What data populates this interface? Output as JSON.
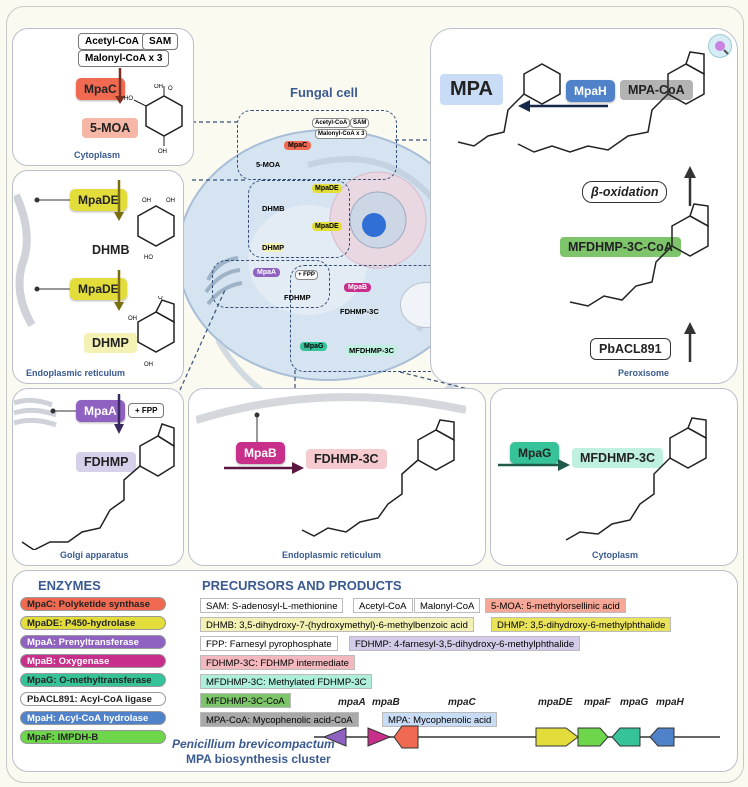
{
  "center": {
    "title": "Fungal cell"
  },
  "panels": {
    "cytoplasm_top": {
      "label": "Cytoplasm"
    },
    "er_left": {
      "label": "Endoplasmic reticulum"
    },
    "golgi": {
      "label": "Golgi apparatus"
    },
    "er_bottom": {
      "label": "Endoplasmic reticulum"
    },
    "cytoplasm_bottom": {
      "label": "Cytoplasm"
    },
    "peroxisome": {
      "label": "Peroxisome"
    }
  },
  "substrates": {
    "acetyl": "Acetyl-CoA",
    "sam": "SAM",
    "malonyl": "Malonyl-CoA x 3",
    "fpp": "+ FPP"
  },
  "enzymes_main": {
    "mpac": "MpaC",
    "mpade1": "MpaDE",
    "mpade2": "MpaDE",
    "mpaa": "MpaA",
    "mpab": "MpaB",
    "mpag": "MpaG",
    "mpah": "MpaH",
    "pbacl": "PbACL891",
    "beta": "β-oxidation"
  },
  "products_main": {
    "moa": "5-MOA",
    "dhmb": "DHMB",
    "dhmp": "DHMP",
    "fdhmp": "FDHMP",
    "fdhmp3c": "FDHMP-3C",
    "mfdhmp3c": "MFDHMP-3C",
    "mfdhmp3ccoa": "MFDHMP-3C-CoA",
    "mpacoa": "MPA-CoA",
    "mpa": "MPA"
  },
  "mini": {
    "acetyl": "Acetyl-CoA",
    "sam": "SAM",
    "malonyl": "Malonyl-CoA x 3",
    "mpac": "MpaC",
    "moa": "5-MOA",
    "mpade1": "MpaDE",
    "dhmb": "DHMB",
    "mpade2": "MpaDE",
    "dhmp": "DHMP",
    "mpaa": "MpaA",
    "fpp": "+ FPP",
    "fdhmp": "FDHMP",
    "mpab": "MpaB",
    "fdhmp3c": "FDHMP-3C",
    "mpag": "MpaG",
    "mfdhmp3c": "MFDHMP-3C"
  },
  "legend": {
    "enzymes_title": "ENZYMES",
    "enzymes": [
      {
        "text": "MpaC: Polyketide synthase",
        "color": "#f06a52",
        "fg": "#222"
      },
      {
        "text": "MpaDE: P450-hydrolase",
        "color": "#e3dd3c",
        "fg": "#222"
      },
      {
        "text": "MpaA: Prenyltransferase",
        "color": "#8f62c2",
        "fg": "#fff"
      },
      {
        "text": "MpaB: Oxygenase",
        "color": "#c82f8a",
        "fg": "#fff"
      },
      {
        "text": "MpaG: O-methyltransferase",
        "color": "#36c39a",
        "fg": "#222"
      },
      {
        "text": "PbACL891: Acyl-CoA ligase",
        "color": "#ffffff",
        "fg": "#222"
      },
      {
        "text": "MpaH: Acyl-CoA hydrolase",
        "color": "#4f82c8",
        "fg": "#fff"
      },
      {
        "text": "MpaF: IMPDH-B",
        "color": "#6ed64a",
        "fg": "#222"
      }
    ],
    "products_title": "PRECURSORS AND PRODUCTS",
    "products": {
      "sam": "SAM: S-adenosyl-L-methionine",
      "acetyl": "Acetyl-CoA",
      "malonyl": "Malonyl-CoA",
      "moa": "5-MOA: 5-methylorsellinic acid",
      "dhmb": "DHMB: 3,5-dihydroxy-7-(hydroxymethyl)-6-methylbenzoic acid",
      "dhmp": "DHMP: 3,5-dihydroxy-6-methylphthalide",
      "fpp": "FPP: Farnesyl pyrophosphate",
      "fdhmp": "FDHMP: 4-farnesyl-3,5-dihydroxy-6-methylphthalide",
      "fdhmp3c": "FDHMP-3C: FDHMP intermediate",
      "mfdhmp3c": "MFDHMP-3C: Methylated FDHMP-3C",
      "mfdhmp3ccoa": "MFDHMP-3C-CoA",
      "mpacoa": "MPA-CoA: Mycophenolic acid-CoA",
      "mpa": "MPA: Mycophenolic acid"
    },
    "cluster_line1": "Penicillium brevicompactum",
    "cluster_line2": "MPA biosynthesis cluster",
    "genes": [
      "mpaA",
      "mpaB",
      "mpaC",
      "mpaDE",
      "mpaF",
      "mpaG",
      "mpaH"
    ]
  },
  "colors": {
    "mpac": "#f06a52",
    "mpade": "#e3dd3c",
    "mpaa": "#8f62c2",
    "mpab": "#c82f8a",
    "mpag": "#36c39a",
    "mpah": "#4f82c8",
    "mpaf": "#6ed64a"
  }
}
